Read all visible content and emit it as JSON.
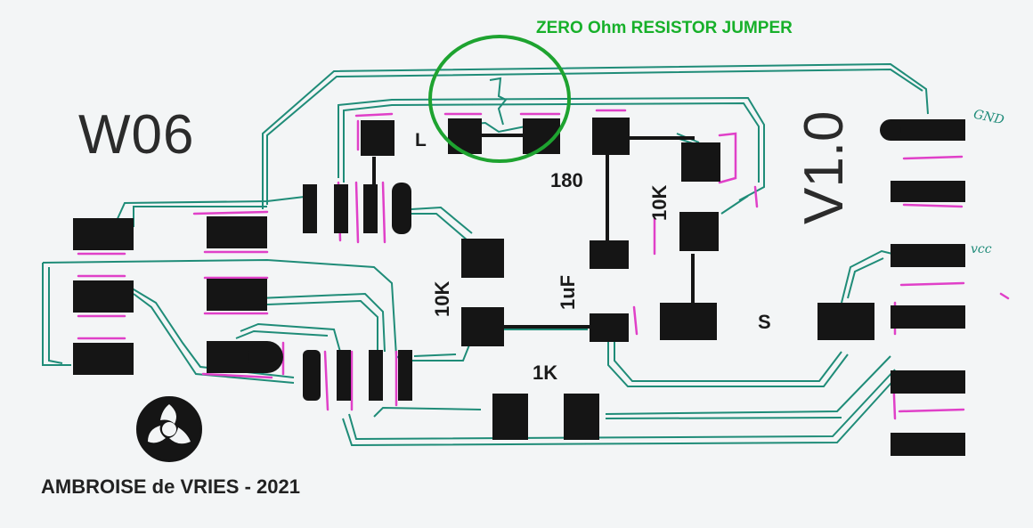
{
  "board": {
    "title": "W06",
    "version": "V1.0",
    "author": "AMBROISE de VRIES - 2021"
  },
  "annotations": {
    "jumper_note": "ZERO Ohm RESISTOR JUMPER",
    "pin_gnd": "GND",
    "pin_vcc": "vcc"
  },
  "components": {
    "led": "L",
    "resistor_180": "180",
    "resistor_10k_right": "10K",
    "resistor_10k_left": "10K",
    "capacitor": "1uF",
    "switch": "S",
    "resistor_1k": "1K"
  },
  "colors": {
    "copper_pad": "#151515",
    "trace_outline": "#1f8c78",
    "highlight": "#e040c8",
    "jumper_circle": "#1ea330"
  }
}
